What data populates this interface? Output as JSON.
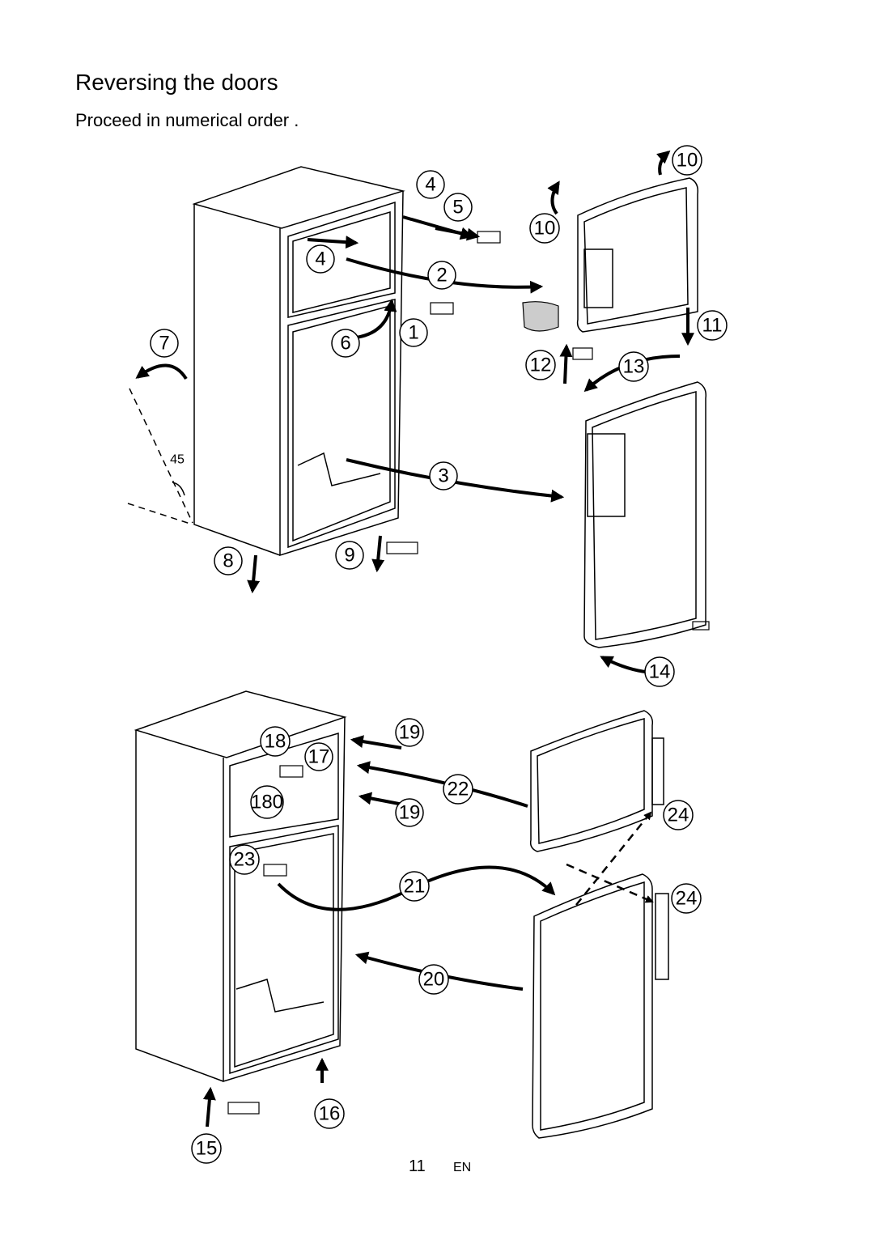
{
  "header": {
    "title": "Reversing the doors",
    "subtitle": "Proceed in numerical order ."
  },
  "footer": {
    "page_number": "11",
    "language": "EN"
  },
  "angle_label": "45",
  "steps": {
    "s1": "1",
    "s2": "2",
    "s3": "3",
    "s4a": "4",
    "s4b": "4",
    "s5": "5",
    "s6": "6",
    "s7": "7",
    "s8": "8",
    "s9": "9",
    "s10a": "10",
    "s10b": "10",
    "s11": "11",
    "s12": "12",
    "s13": "13",
    "s14": "14",
    "s15": "15",
    "s16": "16",
    "s17": "17",
    "s18a": "18",
    "s18b": "180",
    "s19a": "19",
    "s19b": "19",
    "s20": "20",
    "s21": "21",
    "s22": "22",
    "s23": "23",
    "s24a": "24",
    "s24b": "24"
  }
}
